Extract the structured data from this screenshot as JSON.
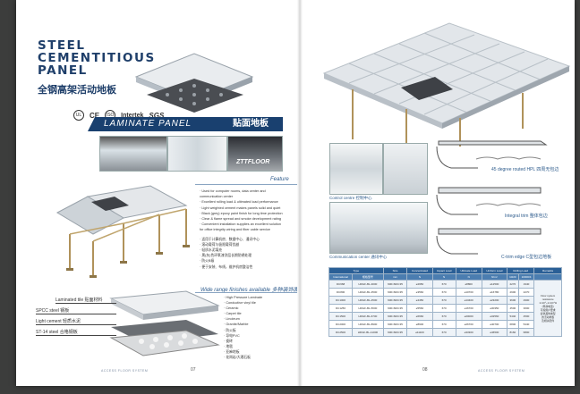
{
  "left_page": {
    "title_lines": [
      "STEEL",
      "CEMENTITIOUS",
      "PANEL"
    ],
    "title_cn": "全钢高架活动地板",
    "certs": [
      "CE",
      "ISO",
      "Intertek",
      "SGS"
    ],
    "banner_en": "LAMINATE PANEL",
    "banner_cn": "贴面地板",
    "photo_logo": "ZTTFLOOR",
    "feature_heading": "Feature",
    "features": [
      "· Used for computer rooms, data center and",
      "  communication center",
      "· Excellent rolling load & ultimated load performance",
      "· Light weighted cement makes panels solid and quiet",
      "· Black (grey) epoxy paint finish for long time protection",
      "· Clear & flame spread and smoke development rating",
      "· Convenient installation supplies an excellent solution",
      "  for office integrity wiring and fiber cable service",
      "",
      "· 适用于计算机房、数据中心、通讯中心",
      "· 滚动载荷与极限载荷优越",
      "· 轻质水泥填充",
      "· 黑(灰)色环氧漆涂层长期防锈处理",
      "· 防火B级",
      "· 便于安装、布线，维护机房整洁性"
    ],
    "wide_heading": "Wide range finishes available",
    "wide_heading_cn": "多种装饰面",
    "finishes": [
      "· High Pressure Laminate",
      "· Conductive vinyl tile",
      "· Ceramic",
      "· Carpet tile",
      "· Linoleum",
      "· Granite/Marble",
      "· 防火板",
      "· 导电PVC",
      "· 瓷砖",
      "· 地毯",
      "· 亚麻地板",
      "· 花岗岩/大理石板"
    ],
    "labels": {
      "laminated": "Laminated tile",
      "laminated_cn": "贴面材料",
      "spcc": "SPCC steel",
      "spcc_cn": "钢板",
      "cement": "Light cement",
      "cement_cn": "轻质水泥",
      "st14": "ST-14 steel",
      "st14_cn": "合格钢板"
    },
    "footer": "ACCESS FLOOR SYSTEM",
    "page_number": "07"
  },
  "right_page": {
    "captions": {
      "control": "Control centre",
      "control_cn": "控制中心",
      "communication": "Communication center",
      "communication_cn": "通讯中心"
    },
    "edges": {
      "e1": "45 degree routed HPL",
      "e1_cn": "四周无包边",
      "e2": "Integral trim",
      "e2_cn": "整体包边",
      "e3": "C-trim edge",
      "e3_cn": "C型包边地板"
    },
    "table": {
      "header": [
        "Type",
        "Size",
        "Concentrated",
        "Impact Load",
        "Ultimate Load",
        "Uniform Load",
        "Rolling Load",
        "",
        "Remarks"
      ],
      "subheader": [
        "International",
        "规格型号",
        "mm",
        "N",
        "N",
        "N",
        "N/m²",
        "10/20",
        "10000/4"
      ],
      "rows": [
        [
          "DC668",
          "HDGF-BL-3000",
          "600×600×35",
          "≥2950",
          "670",
          "≥8800",
          "≥12500",
          "2270",
          "1940"
        ],
        [
          "DC800",
          "HDGF-BL-3500",
          "600×600×35",
          "≥3560",
          "670",
          "≥10700",
          "≥16780",
          "2900",
          "2270"
        ],
        [
          "DC1000",
          "HDGF-BL-4500",
          "600×600×35",
          "≥4450",
          "670",
          "≥13400",
          "≥23200",
          "3600",
          "2900"
        ],
        [
          "DC1250",
          "HDGF-BL-5600",
          "600×600×35",
          "≥5560",
          "670",
          "≥16700",
          "≥30350",
          "4500",
          "3600"
        ],
        [
          "DC1500",
          "HDGF-BL-6700",
          "600×600×35",
          "≥6660",
          "670",
          "≥20000",
          "≥32560",
          "5440",
          "4500"
        ],
        [
          "DC2000",
          "HDGF-BL-8900",
          "600×600×35",
          "≥8900",
          "670",
          "≥26700",
          "≥40700",
          "6800",
          "5440"
        ],
        [
          "DC2500",
          "HDGF-BL-11000",
          "600×600×35",
          "≥11100",
          "670",
          "≥33300",
          "≥46500",
          "8160",
          "6800"
        ]
      ],
      "remarks": [
        "Floor system",
        "resistance",
        "1×10⁶~1×10¹⁰Ω",
        "(导静电型)",
        "可按用户要求",
        "提供其他类型",
        "的活动地板",
        "及相关配件"
      ]
    },
    "footer": "ACCESS FLOOR SYSTEM",
    "page_number": "08"
  }
}
